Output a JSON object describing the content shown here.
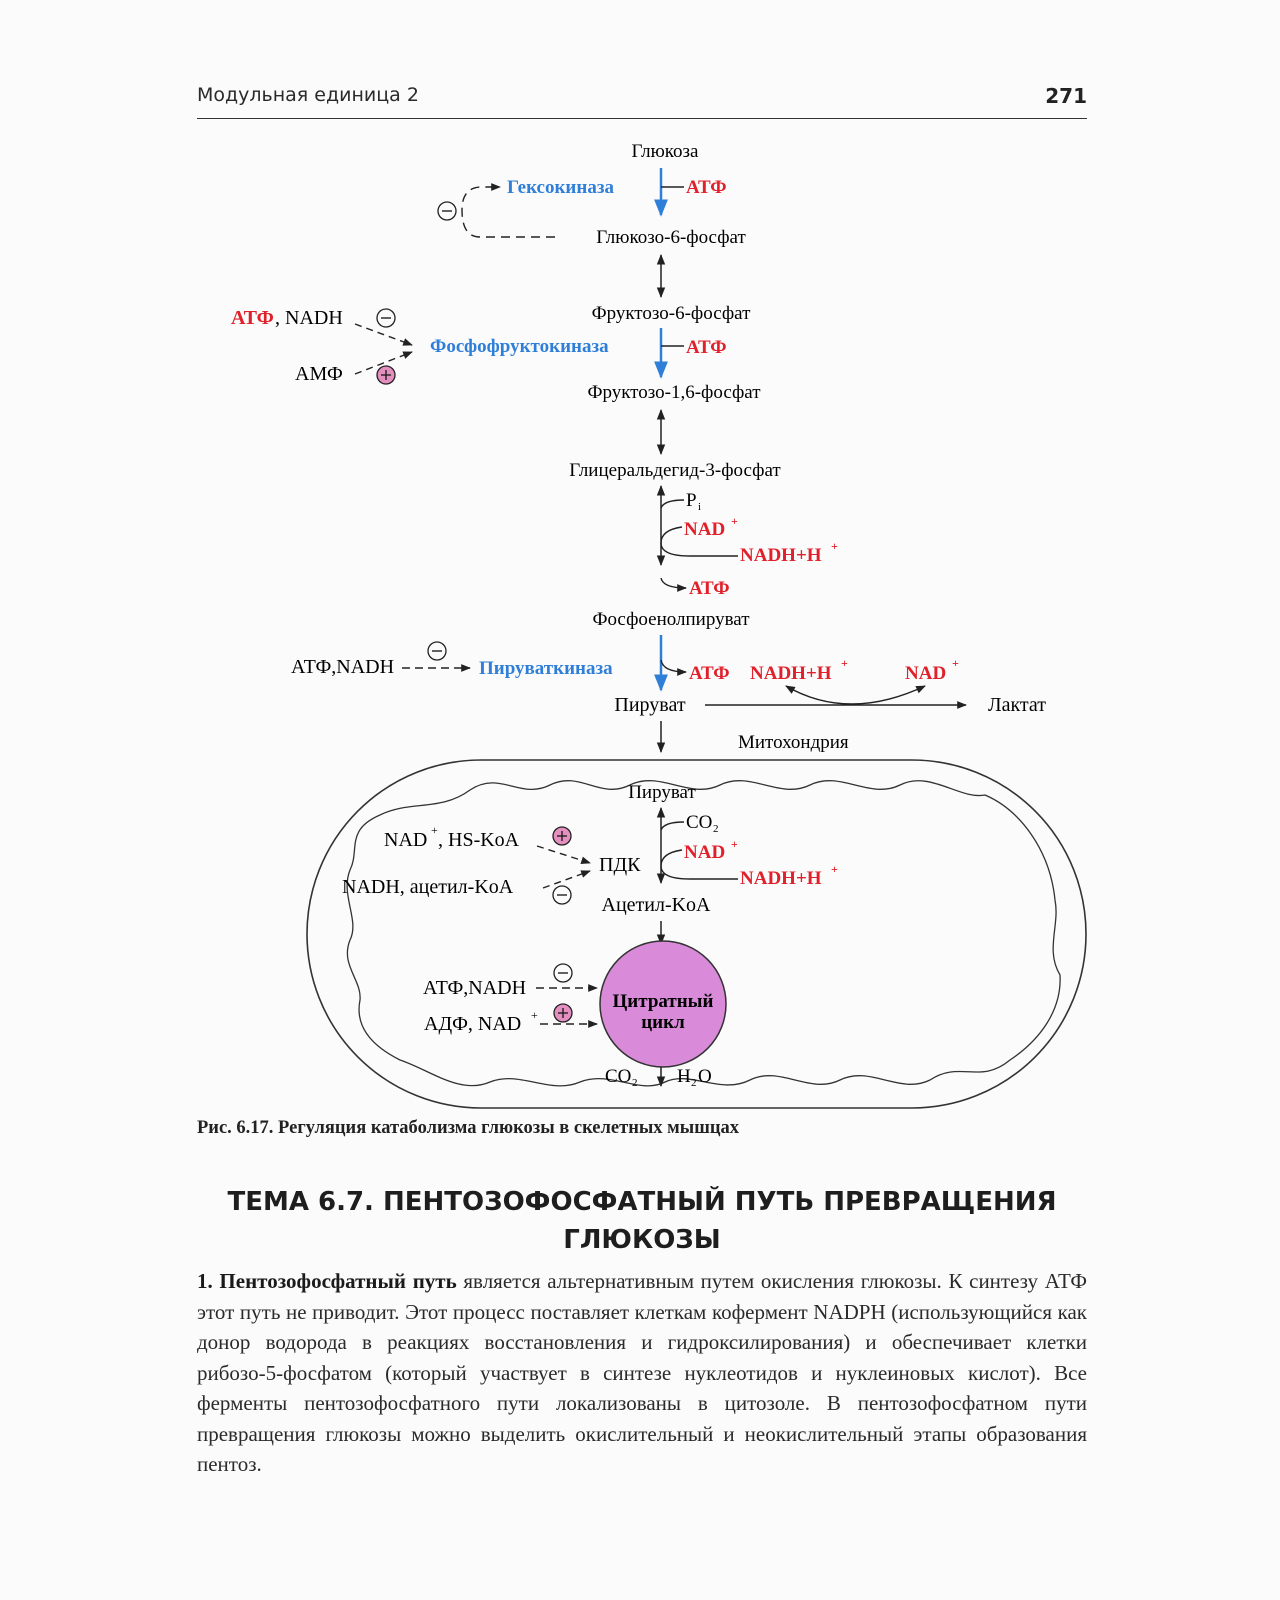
{
  "header": {
    "title": "Модульная единица 2",
    "page_number": "271"
  },
  "diagram": {
    "glucose": "Глюкоза",
    "hexokinase": "Гексокиназа",
    "atp": "АТФ",
    "g6p": "Глюкозо-6-фосфат",
    "f6p": "Фруктозо-6-фосфат",
    "atp_nadh": "АТФ",
    "nadh_label": ", NADH",
    "pfk": "Фосфофруктокиназа",
    "amp": "АМФ",
    "f16p": "Фруктозо-1,6-фосфат",
    "gap": "Глицеральдегид-3-фосфат",
    "pi": "P",
    "pi_sub": "i",
    "nad_plus": "NAD",
    "nadh_h": "NADH+H",
    "pep": "Фосфоенолпируват",
    "atp_nadh_inline": "АТФ,NADH",
    "pyruvate_kinase": "Пируваткиназа",
    "pyruvate": "Пируват",
    "lactate": "Лактат",
    "mitochondria": "Митохондрия",
    "pyruvate_mito": "Пируват",
    "co2": "CO",
    "nad_hskoa": "NAD",
    "hskoa": ", HS-KoA",
    "pdk": "ПДК",
    "nadh_acetyl": "NADH, ацетил-KoA",
    "acetyl_coa": "Ацетил-KoA",
    "atp_nadh_tca": "АТФ,NADH",
    "adp_nad": "АДФ, NAD",
    "citrate_cycle_line1": "Цитратный",
    "citrate_cycle_line2": "цикл",
    "h2o": "H",
    "h2o_tail": "O",
    "colors": {
      "enzyme": "#2f7fd8",
      "cofactor": "#e0202a",
      "citrate_fill": "#d98ad8",
      "plus_fill": "#e48fc0"
    }
  },
  "caption": "Рис. 6.17. Регуляция катаболизма глюкозы в скелетных мышцах",
  "section": {
    "title_line1": "ТЕМА 6.7. ПЕНТОЗОФОСФАТНЫЙ ПУТЬ ПРЕВРАЩЕНИЯ",
    "title_line2": "ГЛЮКОЗЫ"
  },
  "body": {
    "lead": "1. Пентозофосфатный путь",
    "text": " является альтернативным путем окисления глюкозы. К синтезу АТФ этот путь не приводит. Этот процесс поставляет клеткам кофермент NADPH (использующийся как донор водорода в реакциях восстановления и гидроксилирования) и обеспечивает клетки рибозо-5-фосфатом (который участвует в синтезе нуклеотидов и нуклеиновых кислот). Все ферменты пентозофосфатного пути локализованы в цитозоле. В пентозофосфатном пути превращения глюкозы можно выделить окислительный и неокислительный этапы образования пентоз."
  }
}
